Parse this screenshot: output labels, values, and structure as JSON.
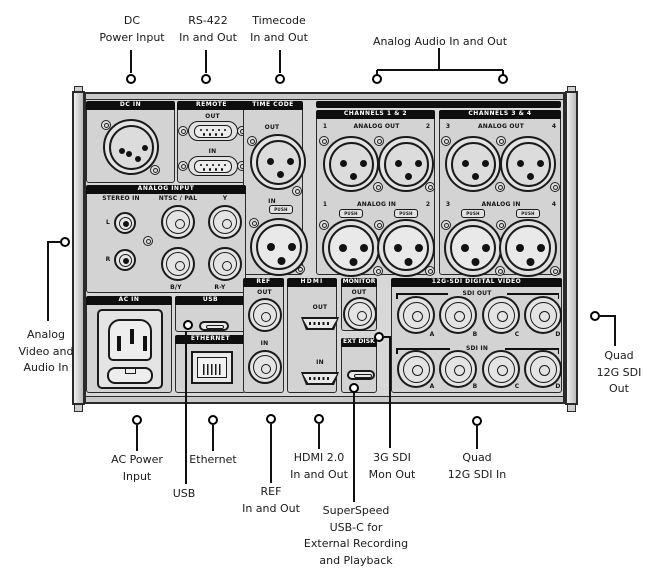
{
  "colors": {
    "background": "#ffffff",
    "panel_fill": "#d7d7d7",
    "section_fill": "#d3d3d3",
    "header_fill": "#0e0e0e",
    "header_text": "#ffffff",
    "outline": "#1a1a1a",
    "callout_line": "#101010",
    "label_text": "#1a1a1a"
  },
  "callouts": {
    "dc_power": {
      "line1": "DC",
      "line2": "Power Input"
    },
    "rs422": {
      "line1": "RS-422",
      "line2": "In and Out"
    },
    "timecode": {
      "line1": "Timecode",
      "line2": "In and Out"
    },
    "analog_audio": {
      "label": "Analog Audio In and Out"
    },
    "analog_in": {
      "line1": "Analog",
      "line2": "Video and",
      "line3": "Audio In"
    },
    "quad_sdi_out": {
      "line1": "Quad",
      "line2": "12G SDI",
      "line3": "Out"
    },
    "ac_power": {
      "line1": "AC Power",
      "line2": "Input"
    },
    "usb": {
      "label": "USB"
    },
    "ethernet": {
      "label": "Ethernet"
    },
    "ref": {
      "line1": "REF",
      "line2": "In and Out"
    },
    "hdmi": {
      "line1": "HDMI 2.0",
      "line2": "In and Out"
    },
    "superspeed": {
      "line1": "SuperSpeed",
      "line2": "USB-C for",
      "line3": "External Recording",
      "line4": "and Playback"
    },
    "sdi_mon": {
      "line1": "3G SDI",
      "line2": "Mon Out"
    },
    "quad_sdi_in": {
      "line1": "Quad",
      "line2": "12G SDI In"
    }
  },
  "panel": {
    "dc_in": {
      "title": "DC IN"
    },
    "remote": {
      "title": "REMOTE",
      "out": "OUT",
      "in": "IN"
    },
    "time_code": {
      "title": "TIME CODE",
      "out": "OUT",
      "in": "IN",
      "push": "PUSH"
    },
    "ch12": {
      "title": "CHANNELS 1 & 2",
      "analog_out": "ANALOG OUT",
      "analog_in": "ANALOG IN",
      "out_l": "1",
      "out_r": "2",
      "in_l": "1",
      "in_r": "2",
      "push": "PUSH"
    },
    "ch34": {
      "title": "CHANNELS 3 & 4",
      "analog_out": "ANALOG OUT",
      "analog_in": "ANALOG IN",
      "out_l": "3",
      "out_r": "4",
      "in_l": "3",
      "in_r": "4",
      "push": "PUSH"
    },
    "analog_input": {
      "title": "ANALOG INPUT",
      "stereo_in": "STEREO IN",
      "ntsc_pal": "NTSC / PAL",
      "y": "Y",
      "l": "L",
      "r": "R",
      "by": "B/Y",
      "ry": "R-Y"
    },
    "ac_in": {
      "title": "AC IN"
    },
    "usb": {
      "title": "USB"
    },
    "ethernet": {
      "title": "ETHERNET"
    },
    "ref": {
      "title": "REF",
      "out": "OUT",
      "in": "IN"
    },
    "hdmi": {
      "title": "HDMI",
      "out": "OUT",
      "in": "IN"
    },
    "monitor": {
      "title": "MONITOR",
      "out": "OUT"
    },
    "ext_disk": {
      "title": "EXT DISK"
    },
    "sdi": {
      "title": "12G-SDI DIGITAL VIDEO",
      "out_label": "SDI OUT",
      "in_label": "SDI IN",
      "out_ports": [
        "A",
        "B",
        "C",
        "D"
      ],
      "in_ports": [
        "A",
        "B",
        "C",
        "D"
      ]
    }
  }
}
